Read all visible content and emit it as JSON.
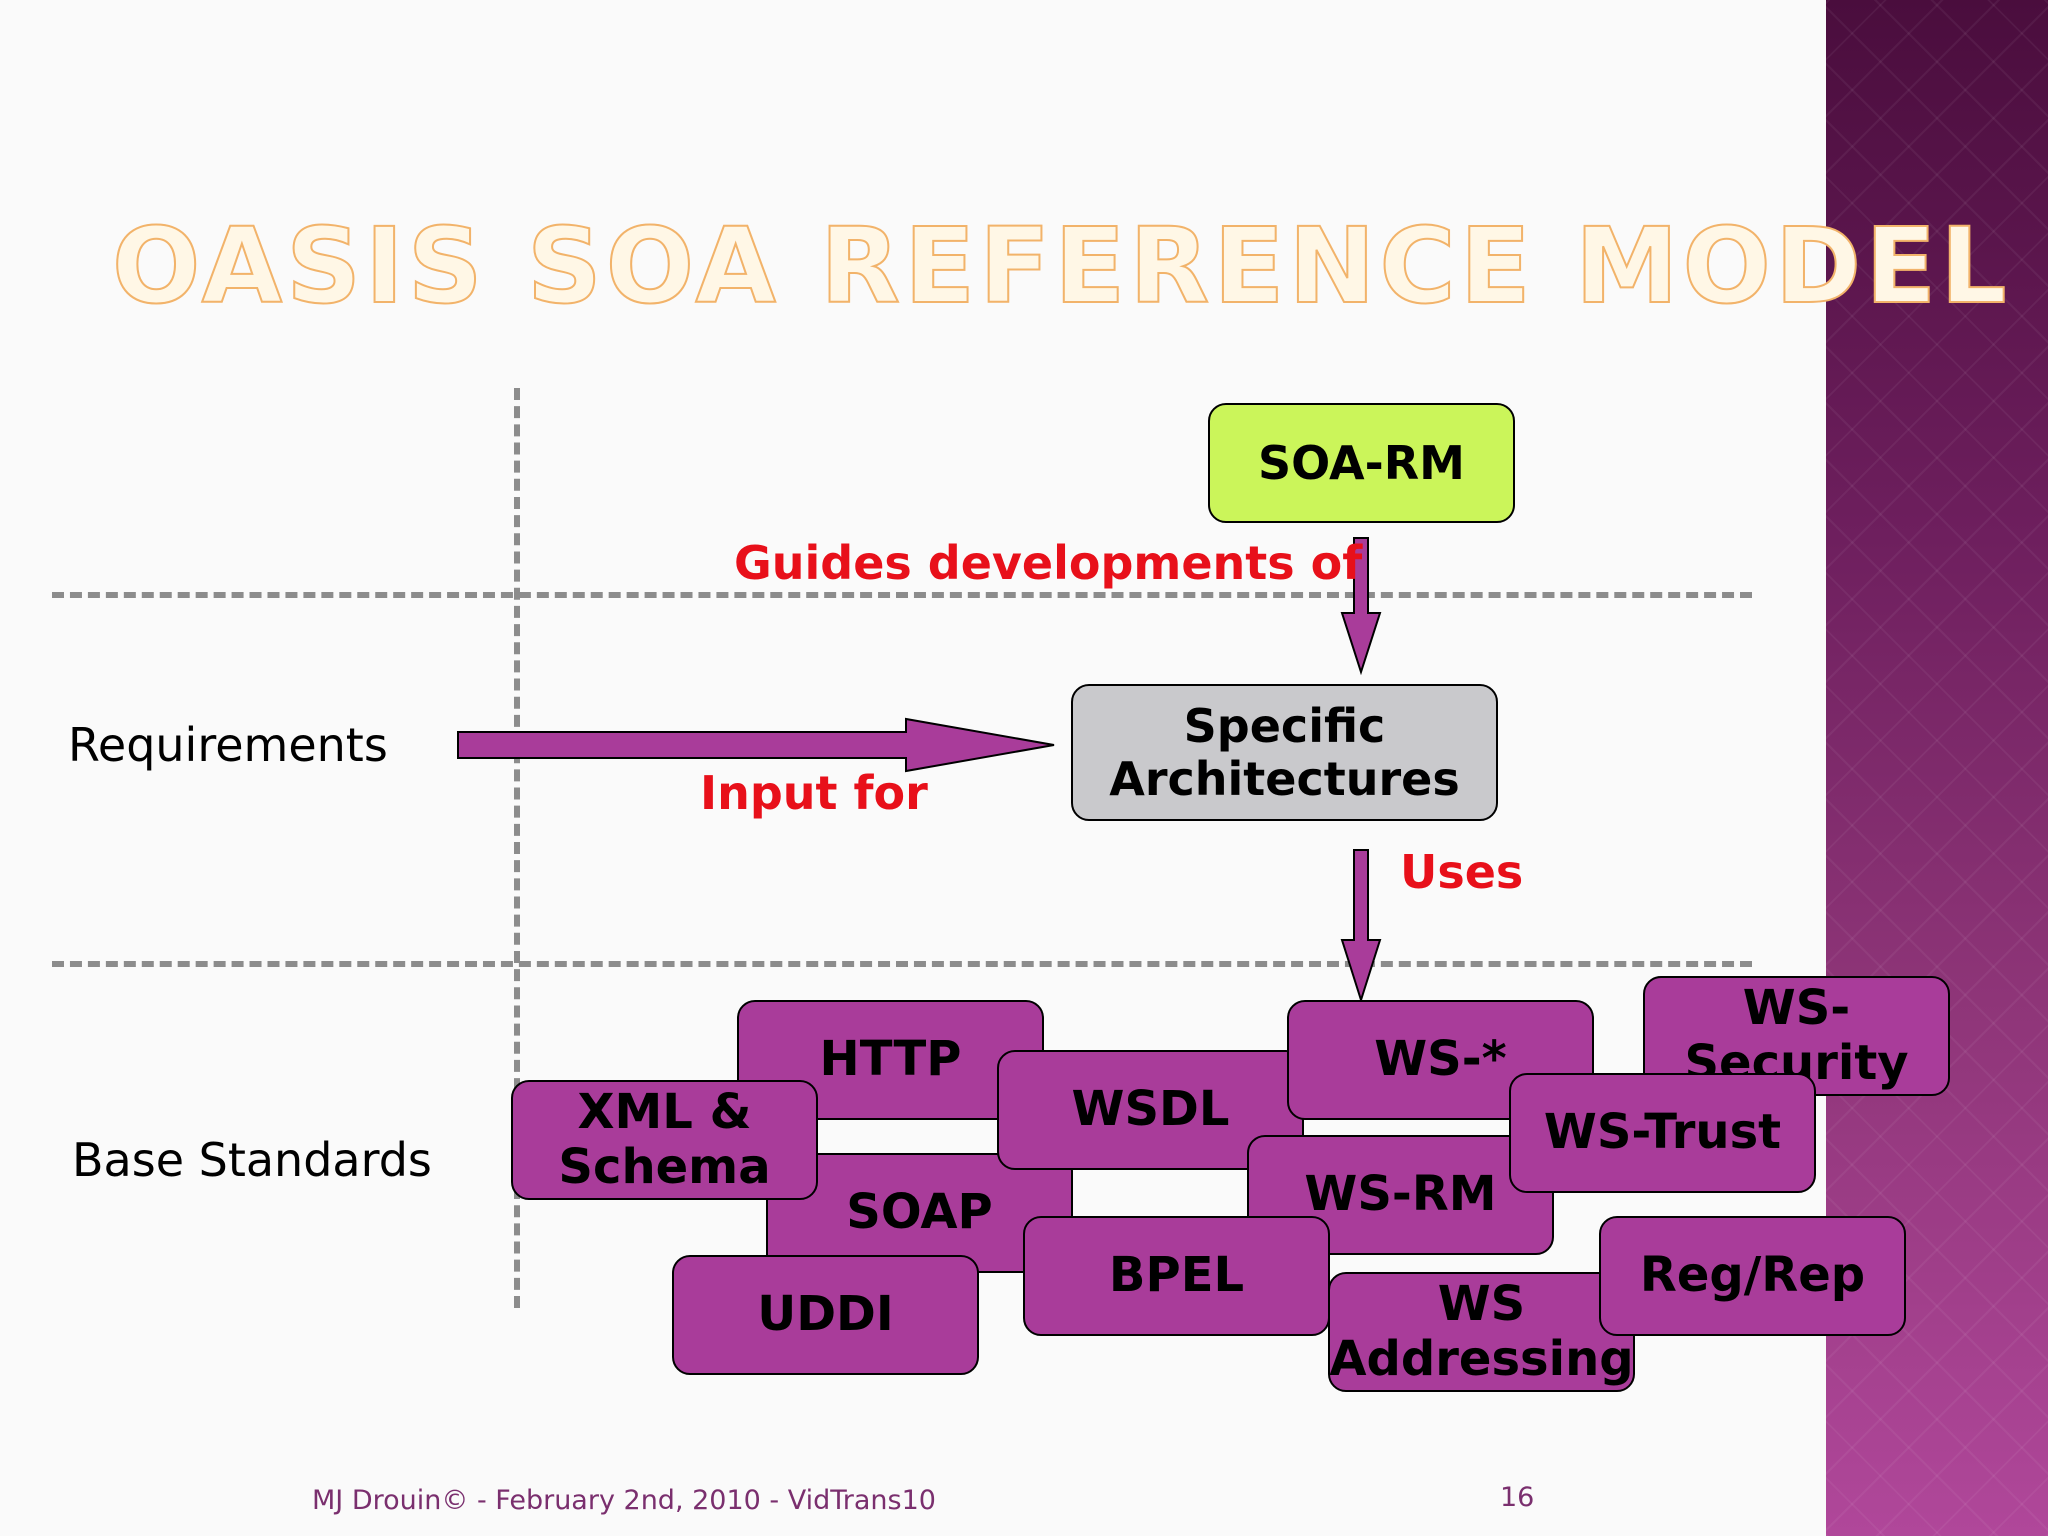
{
  "slide": {
    "title": "OASIS SOA REFERENCE MODEL",
    "footer_text": "MJ Drouin© - February 2nd, 2010 - VidTrans10",
    "page_number": "16"
  },
  "rows": {
    "requirements": "Requirements",
    "base_standards": "Base Standards"
  },
  "relations": {
    "guides": "Guides developments of",
    "input_for": "Input for",
    "uses": "Uses"
  },
  "nodes": {
    "soa_rm": "SOA-RM",
    "specific_line1": "Specific",
    "specific_line2": "Architectures"
  },
  "standards": {
    "http": "HTTP",
    "wsdl": "WSDL",
    "ws_star": "WS-*",
    "ws_security": "WS-Security",
    "xml_line1": "XML &",
    "xml_line2": "Schema",
    "ws_trust": "WS-Trust",
    "soap": "SOAP",
    "ws_rm": "WS-RM",
    "bpel": "BPEL",
    "uddi": "UDDI",
    "reg_rep": "Reg/Rep",
    "ws_addr_line1": "WS",
    "ws_addr_line2": "Addressing"
  },
  "colors": {
    "purple": "#a93c9a",
    "green": "#cbf55a",
    "grey": "#c9c9cc",
    "red": "#e8101a",
    "title_orange": "#f2b36a"
  }
}
